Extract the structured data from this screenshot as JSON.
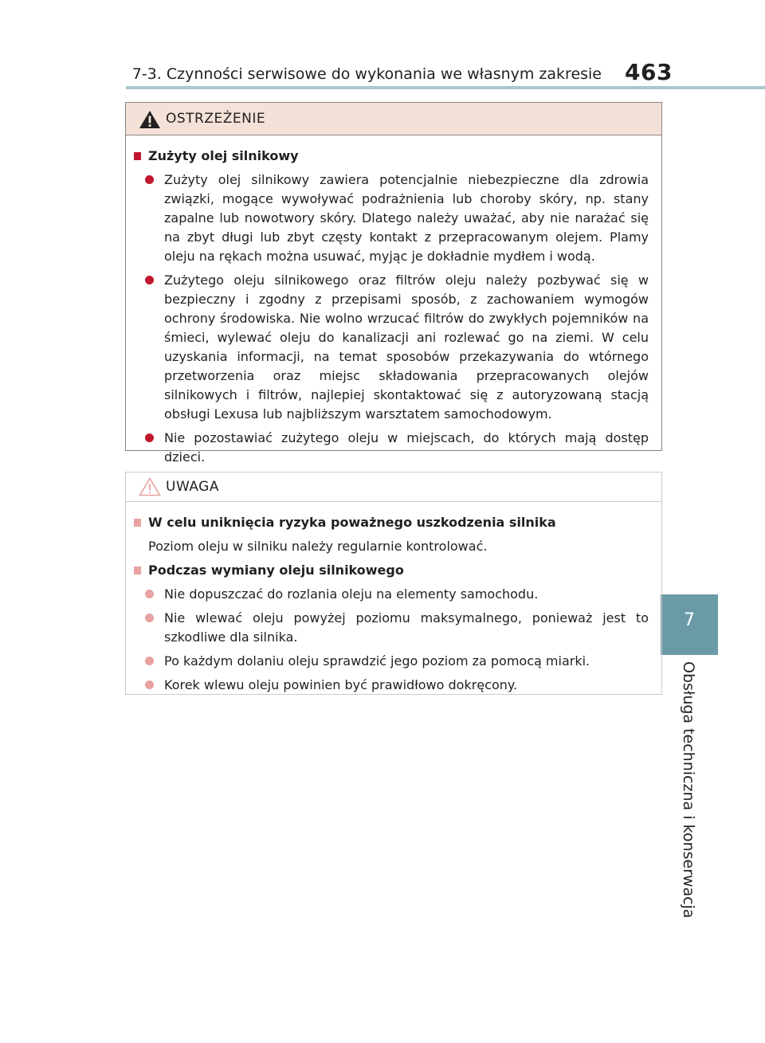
{
  "header": {
    "section_title": "7-3. Czynności serwisowe do wykonania we własnym zakresie",
    "page_number": "463"
  },
  "side_tab": {
    "chapter_number": "7",
    "chapter_title": "Obsługa techniczna i konserwacja"
  },
  "colors": {
    "warning_fill": "#f4e2d8",
    "warning_bullet": "#c0172e",
    "notice_bullet": "#e8a2a2",
    "accent_teal": "#6a9aa6"
  },
  "warning": {
    "label": "OSTRZEŻENIE",
    "sections": [
      {
        "title": "Zużyty olej silnikowy",
        "items": [
          "Zużyty olej silnikowy zawiera potencjalnie niebezpieczne dla zdrowia związki, mogące wywoływać podrażnienia lub choroby skóry, np. stany zapalne lub nowotwory skóry. Dlatego należy uważać, aby nie narażać się na zbyt długi lub zbyt częsty kontakt z przepracowanym olejem. Plamy oleju na rękach można usuwać, myjąc je dokładnie mydłem i wodą.",
          "Zużytego oleju silnikowego oraz filtrów oleju należy pozbywać się w bezpieczny i zgodny z przepisami sposób, z zachowaniem wymogów ochrony środowiska. Nie wolno wrzucać filtrów do zwykłych pojemników na śmieci, wylewać oleju do kanalizacji ani rozlewać go na ziemi. W celu uzyskania informacji, na temat sposobów przekazywania do wtórnego przetworzenia oraz miejsc składowania przepracowanych olejów silnikowych i filtrów, najlepiej skontaktować się z autoryzowaną stacją obsługi Lexusa lub najbliższym warsztatem samochodowym.",
          "Nie pozostawiać zużytego oleju w miejscach, do których mają dostęp dzieci."
        ]
      }
    ]
  },
  "notice": {
    "label": "UWAGA",
    "sections": [
      {
        "title": "W celu uniknięcia ryzyka poważnego uszkodzenia silnika",
        "paragraph": "Poziom oleju w silniku należy regularnie kontrolować."
      },
      {
        "title": "Podczas wymiany oleju silnikowego",
        "items": [
          "Nie dopuszczać do rozlania oleju na elementy samochodu.",
          "Nie wlewać oleju powyżej poziomu maksymalnego, ponieważ jest to szkodliwe dla silnika.",
          "Po każdym dolaniu oleju sprawdzić jego poziom za pomocą miarki.",
          "Korek wlewu oleju powinien być prawidłowo dokręcony."
        ]
      }
    ]
  }
}
